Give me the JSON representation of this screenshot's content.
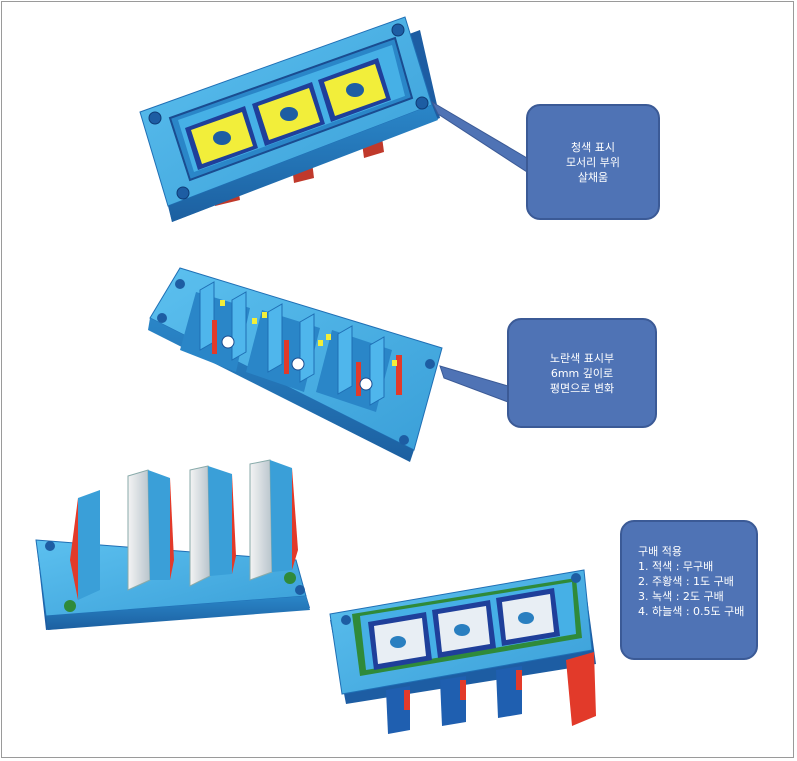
{
  "callouts": [
    {
      "id": "edge-fill",
      "lines": [
        "청색 표시",
        "모서리 부위",
        "살채움"
      ]
    },
    {
      "id": "yellow-flatten",
      "lines": [
        "노란색 표시부",
        "6mm 깊이로",
        "평면으로 변화"
      ]
    },
    {
      "id": "draft-legend",
      "lines": [
        "구배 적용",
        "1. 적색 : 무구배",
        "2. 주황색 : 1도 구배",
        "3. 녹색 : 2도 구배",
        "4. 하늘색 : 0.5도 구배"
      ]
    }
  ],
  "colors": {
    "part_cyan": "#3fa8e0",
    "part_cyan_dark": "#2a7fc0",
    "part_blue": "#1f4fa8",
    "yellow": "#f2ee3a",
    "red": "#e23a2a",
    "green": "#2f8a3a",
    "callout_fill": "#4f73b5",
    "callout_border": "#3b5a96"
  },
  "icons": [
    "hole-icon"
  ]
}
